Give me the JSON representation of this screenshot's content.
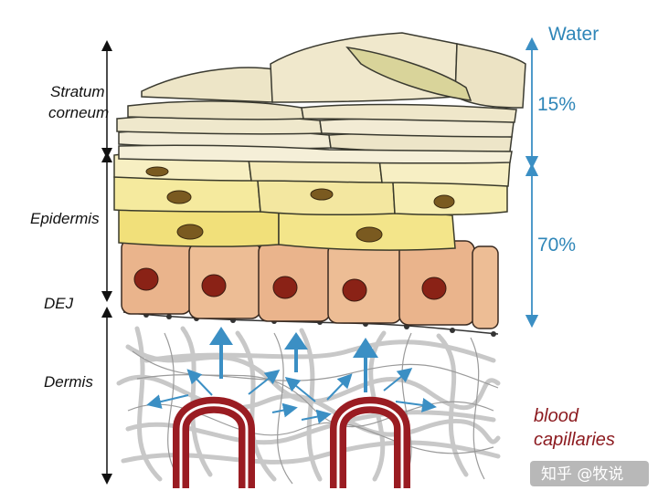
{
  "labels": {
    "stratum_line1": "Stratum",
    "stratum_line2": "corneum",
    "epidermis": "Epidermis",
    "dej": "DEJ",
    "dermis": "Dermis"
  },
  "water": {
    "title": "Water",
    "corneum_percent": "15%",
    "epidermis_percent": "70%"
  },
  "blood": {
    "line1": "blood",
    "line2": "capillaries"
  },
  "watermark": "知乎 @牧说",
  "colors": {
    "water_blue": "#2f86b8",
    "blood_red": "#8c1a1f",
    "corneum": "#ece4c6",
    "granular": "#f3e79a",
    "basal": "#eab48c",
    "nucleus_basal": "#8a2216",
    "nucleus_granular": "#7a5a20"
  }
}
